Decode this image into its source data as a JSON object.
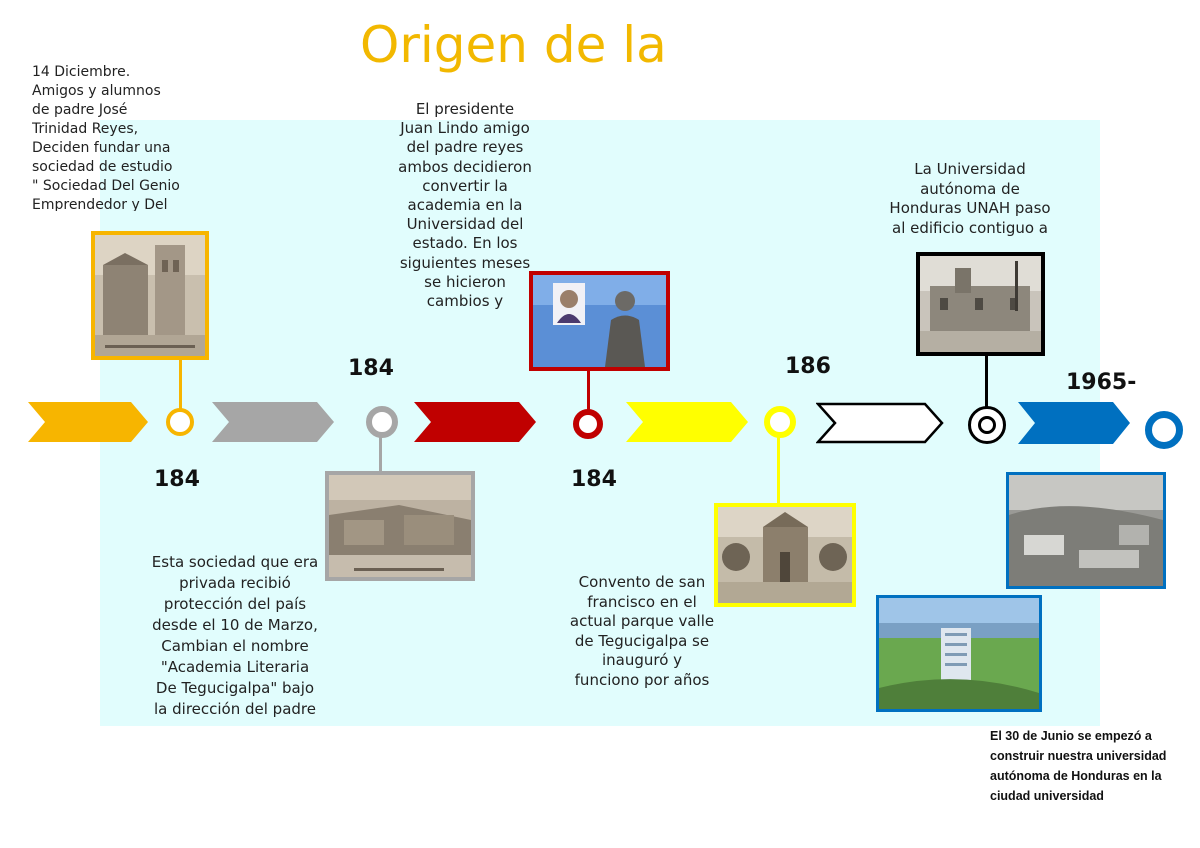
{
  "title": "Origen de la",
  "colors": {
    "title": "#f2b800",
    "panel": "#e1fdfd",
    "stage1": "#f7b500",
    "stage2": "#a6a6a6",
    "stage3": "#c00000",
    "stage4": "#ffff00",
    "stage5": "#000000",
    "stage6": "#0070c0"
  },
  "events": {
    "e1": {
      "year": "184",
      "top_text": " 14 Diciembre.\nAmigos y alumnos de padre José Trinidad Reyes, Deciden fundar una sociedad de estudio \" Sociedad Del Genio Emprendedor y Del Buen Gusto\""
    },
    "e2": {
      "year": "184",
      "bottom_text": "Esta sociedad que era privada recibió protección del país desde el 10 de Marzo, Cambian el nombre \"Academia Literaria De Tegucigalpa\" bajo la dirección del padre"
    },
    "e3": {
      "year": "184",
      "top_text": "El presidente Juan Lindo amigo del padre reyes ambos decidieron convertir la academia en la Universidad del estado. En los siguientes meses se hicieron cambios y"
    },
    "e4": {
      "year": "186",
      "bottom_text": "Convento de san francisco en el actual parque valle de Tegucigalpa se inauguró y funciono por años"
    },
    "e5": {
      "top_text": "La Universidad autónoma de Honduras UNAH paso al edificio contiguo a la Iglesia"
    },
    "e6": {
      "year": "1965-",
      "bottom_text": "El 30 de Junio se empezó a construir nuestra universidad autónoma de Honduras en la ciudad universidad"
    }
  }
}
